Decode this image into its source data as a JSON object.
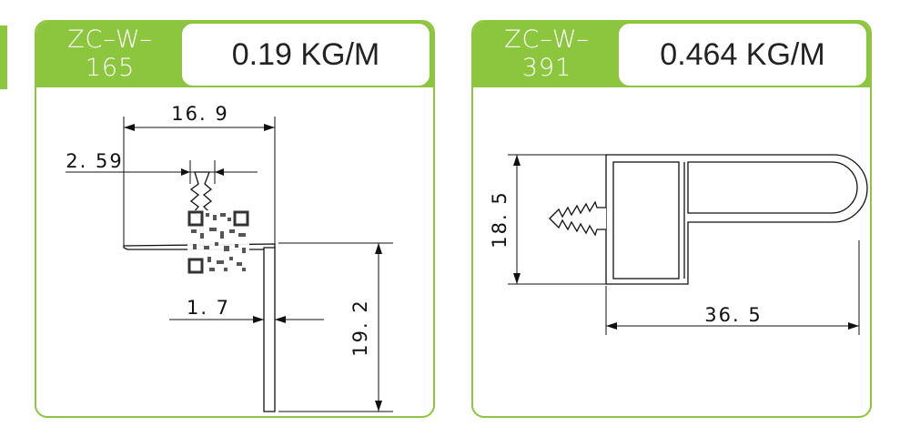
{
  "cards": [
    {
      "code_line1": "ZC–W–",
      "code_line2": "165",
      "weight": "0.19 KG/M",
      "dims": {
        "width": "16. 9",
        "tip": "2. 59",
        "thickness": "1. 7",
        "height": "19. 2"
      }
    },
    {
      "code_line1": "ZC–W–",
      "code_line2": "391",
      "weight": "0.464 KG/M",
      "dims": {
        "height": "18. 5",
        "width": "36. 5"
      }
    }
  ],
  "colors": {
    "accent": "#8cc63f",
    "line": "#111111"
  }
}
